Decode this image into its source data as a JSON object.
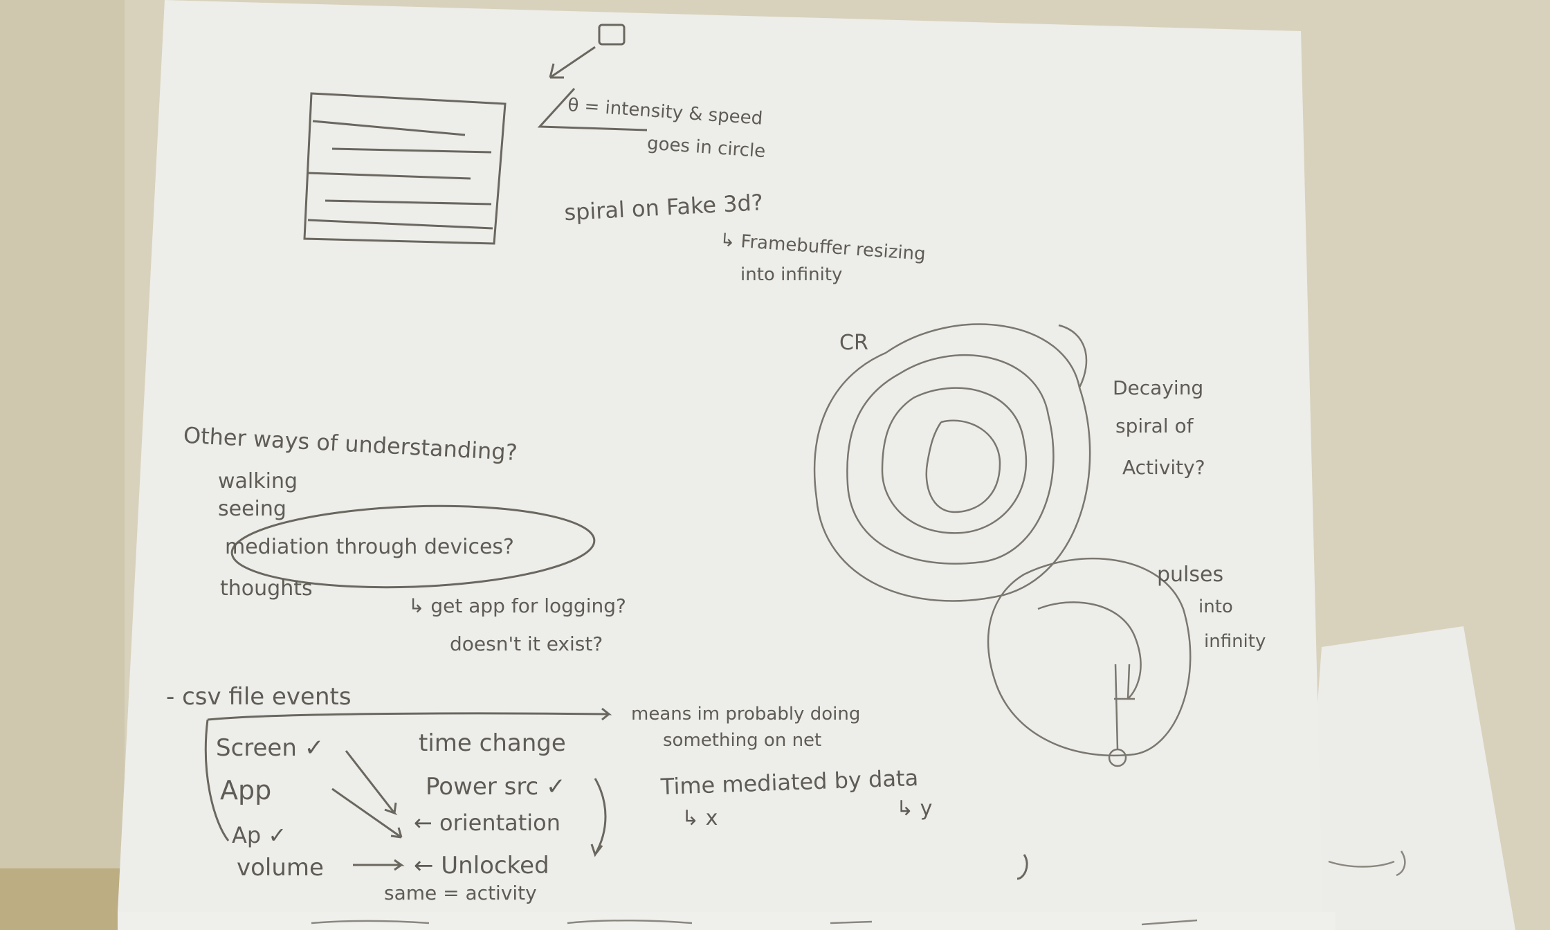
{
  "colors": {
    "wall": "#d9d3bd",
    "paper": "#f2f2ef",
    "pencil": "#5f5c56"
  },
  "notes": {
    "intensity_line1": "θ = intensity & speed",
    "intensity_line2": "goes in circle",
    "spiral_3d": "spiral on Fake 3d?",
    "framebuffer_line1": "↳ Framebuffer resizing",
    "framebuffer_line2": "into infinity",
    "cr_label": "CR",
    "decaying_line1": "Decaying",
    "decaying_line2": "spiral of",
    "decaying_line3": "Activity?",
    "pulses_line1": "pulses",
    "pulses_line2": "into",
    "pulses_line3": "infinity",
    "other_ways": "Other ways of understanding?",
    "walking": "walking",
    "seeing": "seeing",
    "mediation": "mediation through devices?",
    "thoughts": "thoughts",
    "app_logging": "↳ get app for logging?",
    "doesnt_exist": "doesn't it exist?",
    "csv_events": "- csv file events",
    "means_line1": "means im probably doing",
    "means_line2": "something on net",
    "screen": "Screen ✓",
    "app": "App",
    "ap_volume_line1": "Ap ✓",
    "ap_volume_line2": "volume",
    "time_change": "time change",
    "power_src": "Power src ✓",
    "orientation": "← orientation",
    "unlocked": "← Unlocked",
    "same_activity": "same = activity",
    "time_mediated": "Time mediated by data",
    "x_label": "↳ x",
    "y_label": "↳ y"
  }
}
